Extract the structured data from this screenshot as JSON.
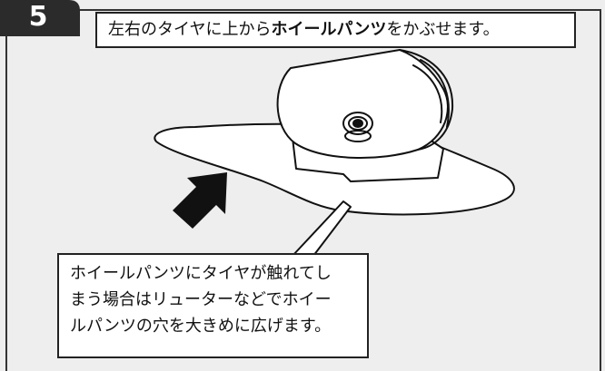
{
  "step": {
    "number": "5"
  },
  "caption": {
    "prefix": "左右のタイヤに上から",
    "emphasis": "ホイールパンツ",
    "suffix": "をかぶせます。"
  },
  "note": {
    "lines": [
      "ホイールパンツにタイヤが触れてし",
      "まう場合はリューターなどでホイー",
      "ルパンツの穴を大きめに広げます。"
    ]
  },
  "icons": [
    "arrow-icon"
  ],
  "colors": {
    "badge": "#2b2b2b",
    "panel": "#eeeeee",
    "line": "#222222"
  }
}
